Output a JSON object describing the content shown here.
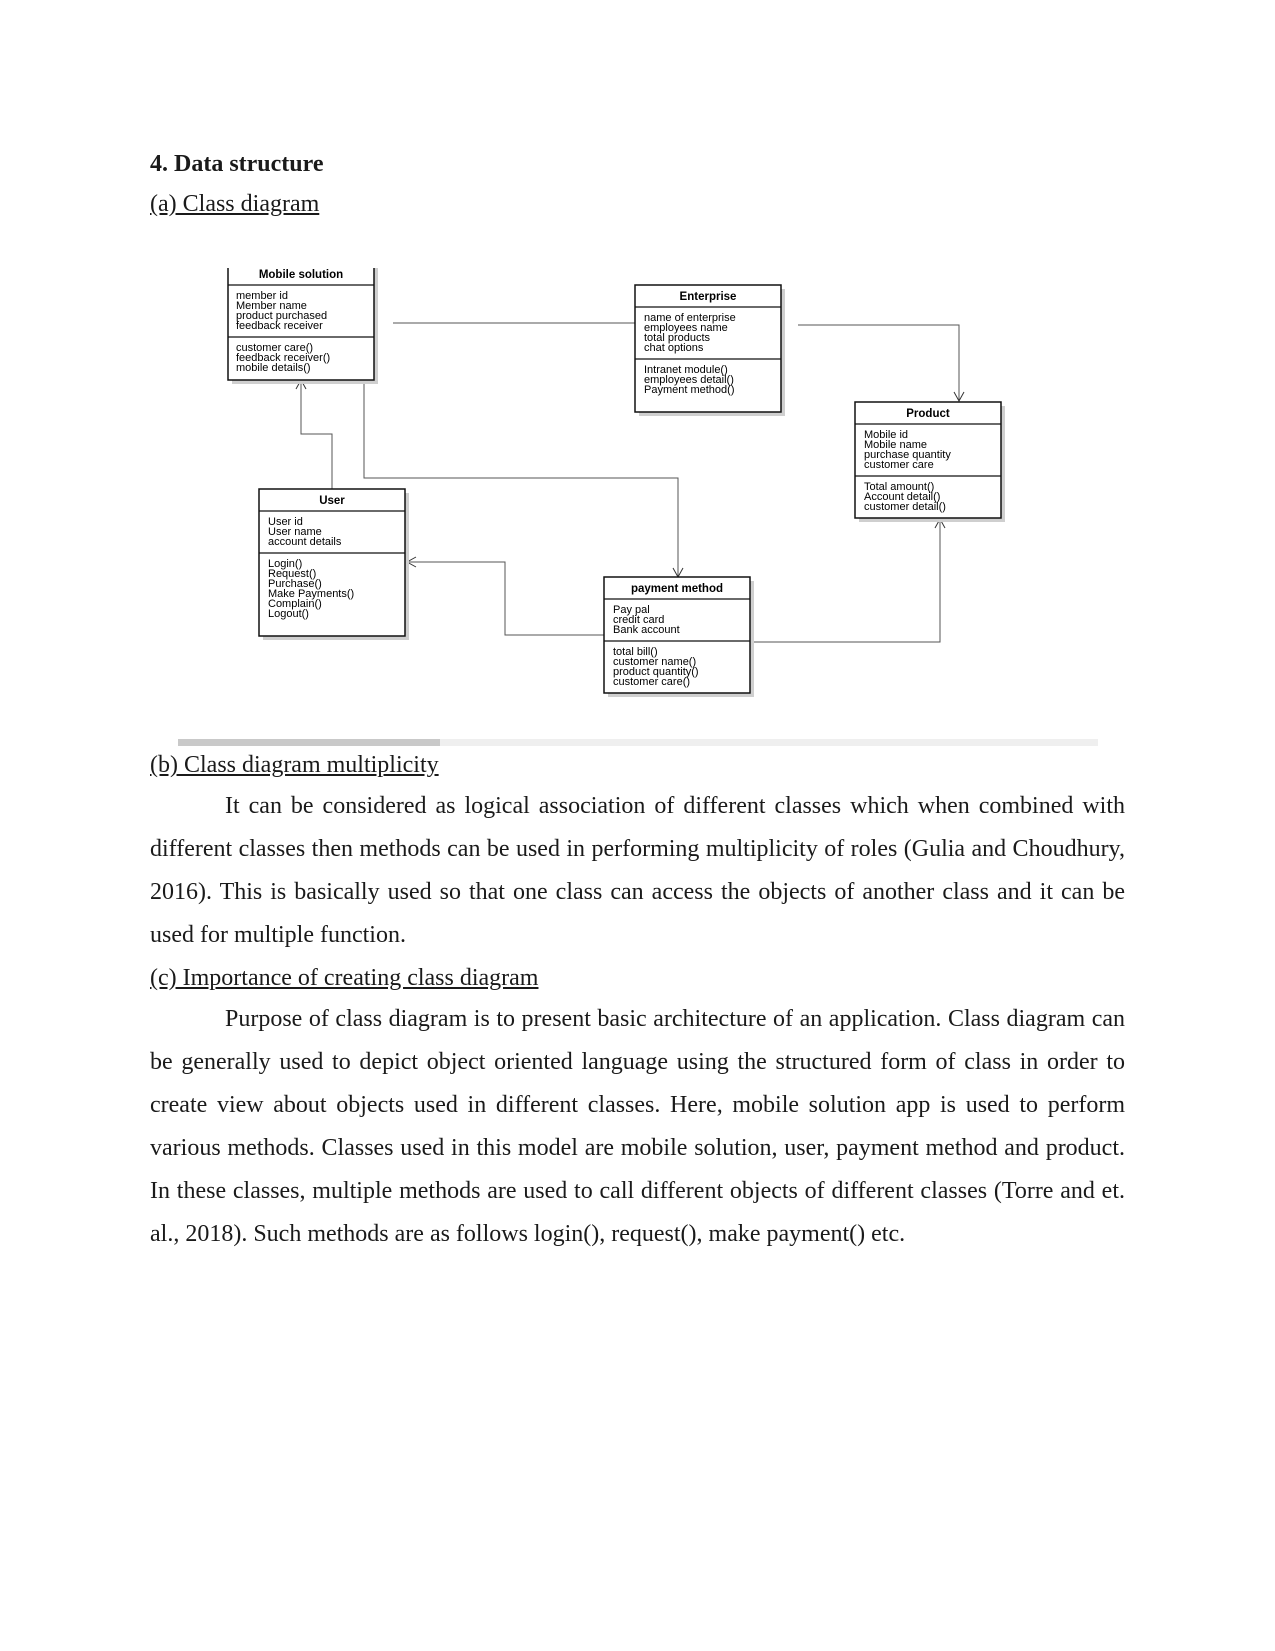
{
  "heading": "4. Data structure",
  "section_a": {
    "title": "(a) Class diagram"
  },
  "section_b": {
    "title": "(b) Class diagram multiplicity",
    "paragraph": "It can be considered as logical association of different classes which when combined with different classes then methods can be used in performing multiplicity of roles (Gulia and Choudhury, 2016). This is basically used so that one class can access the objects of another class and it can be used for multiple function."
  },
  "section_c": {
    "title": "(c) Importance of creating class diagram",
    "paragraph": "Purpose of class diagram is to present basic architecture of an application. Class diagram can be generally used to depict object oriented language using the structured form of class in order to create view about objects used in different classes. Here, mobile solution app is used to perform various methods. Classes used in this model are mobile solution, user, payment method and product. In these classes, multiple methods are used to call different objects of different classes (Torre and et. al., 2018). Such methods are as follows login(), request(), make payment() etc."
  },
  "diagram": {
    "classes": [
      {
        "id": "mobile",
        "name": "Mobile solution",
        "attributes": [
          "member id",
          "Member name",
          "product purchased",
          "feedback receiver"
        ],
        "methods": [
          "customer care()",
          "feedback receiver()",
          "mobile details()"
        ]
      },
      {
        "id": "enterprise",
        "name": "Enterprise",
        "attributes": [
          "name of enterprise",
          "employees name",
          "total products",
          "chat options"
        ],
        "methods": [
          "Intranet module()",
          "employees detail()",
          "Payment method()"
        ]
      },
      {
        "id": "product",
        "name": "Product",
        "attributes": [
          "Mobile id",
          "Mobile name",
          "purchase quantity",
          "customer care"
        ],
        "methods": [
          "Total amount()",
          "Account detail()",
          "customer detail()"
        ]
      },
      {
        "id": "user",
        "name": "User",
        "attributes": [
          "User id",
          "User name",
          "account details"
        ],
        "methods": [
          "Login()",
          "Request()",
          "Purchase()",
          "Make Payments()",
          "Complain()",
          "Logout()"
        ]
      },
      {
        "id": "payment",
        "name": "payment method",
        "attributes": [
          "Pay pal",
          "credit card",
          "Bank account"
        ],
        "methods": [
          "total bill()",
          "customer name()",
          "product quantity()",
          "customer care()"
        ]
      }
    ]
  }
}
